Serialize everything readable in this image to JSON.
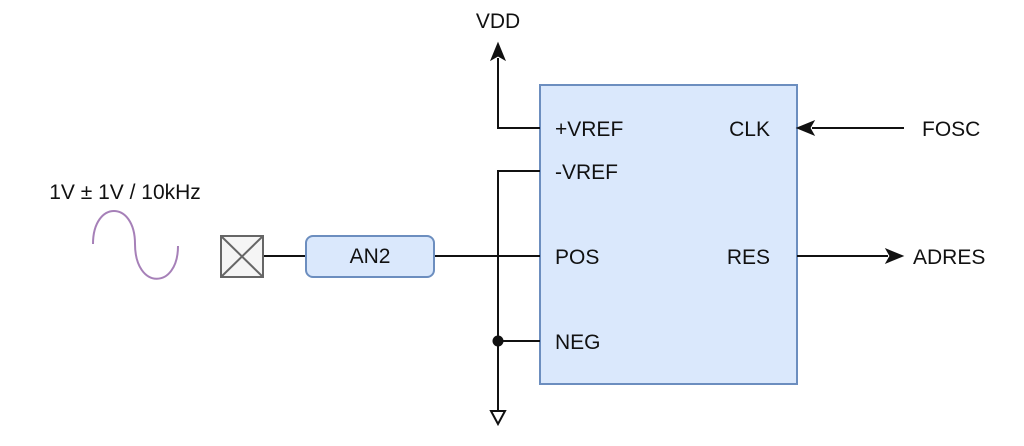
{
  "diagram": {
    "adc_block": {
      "pins_left": [
        "+VREF",
        "-VREF",
        "POS",
        "NEG"
      ],
      "pins_right": [
        "CLK",
        "RES"
      ],
      "fill": "#dae8fc",
      "stroke": "#6c8ebf"
    },
    "supply_label": "VDD",
    "clock_label": "FOSC",
    "result_label": "ADRES",
    "input_pin_label": "AN2",
    "signal_label": "1V ± 1V / 10kHz",
    "signal_color": "#a680b8"
  }
}
